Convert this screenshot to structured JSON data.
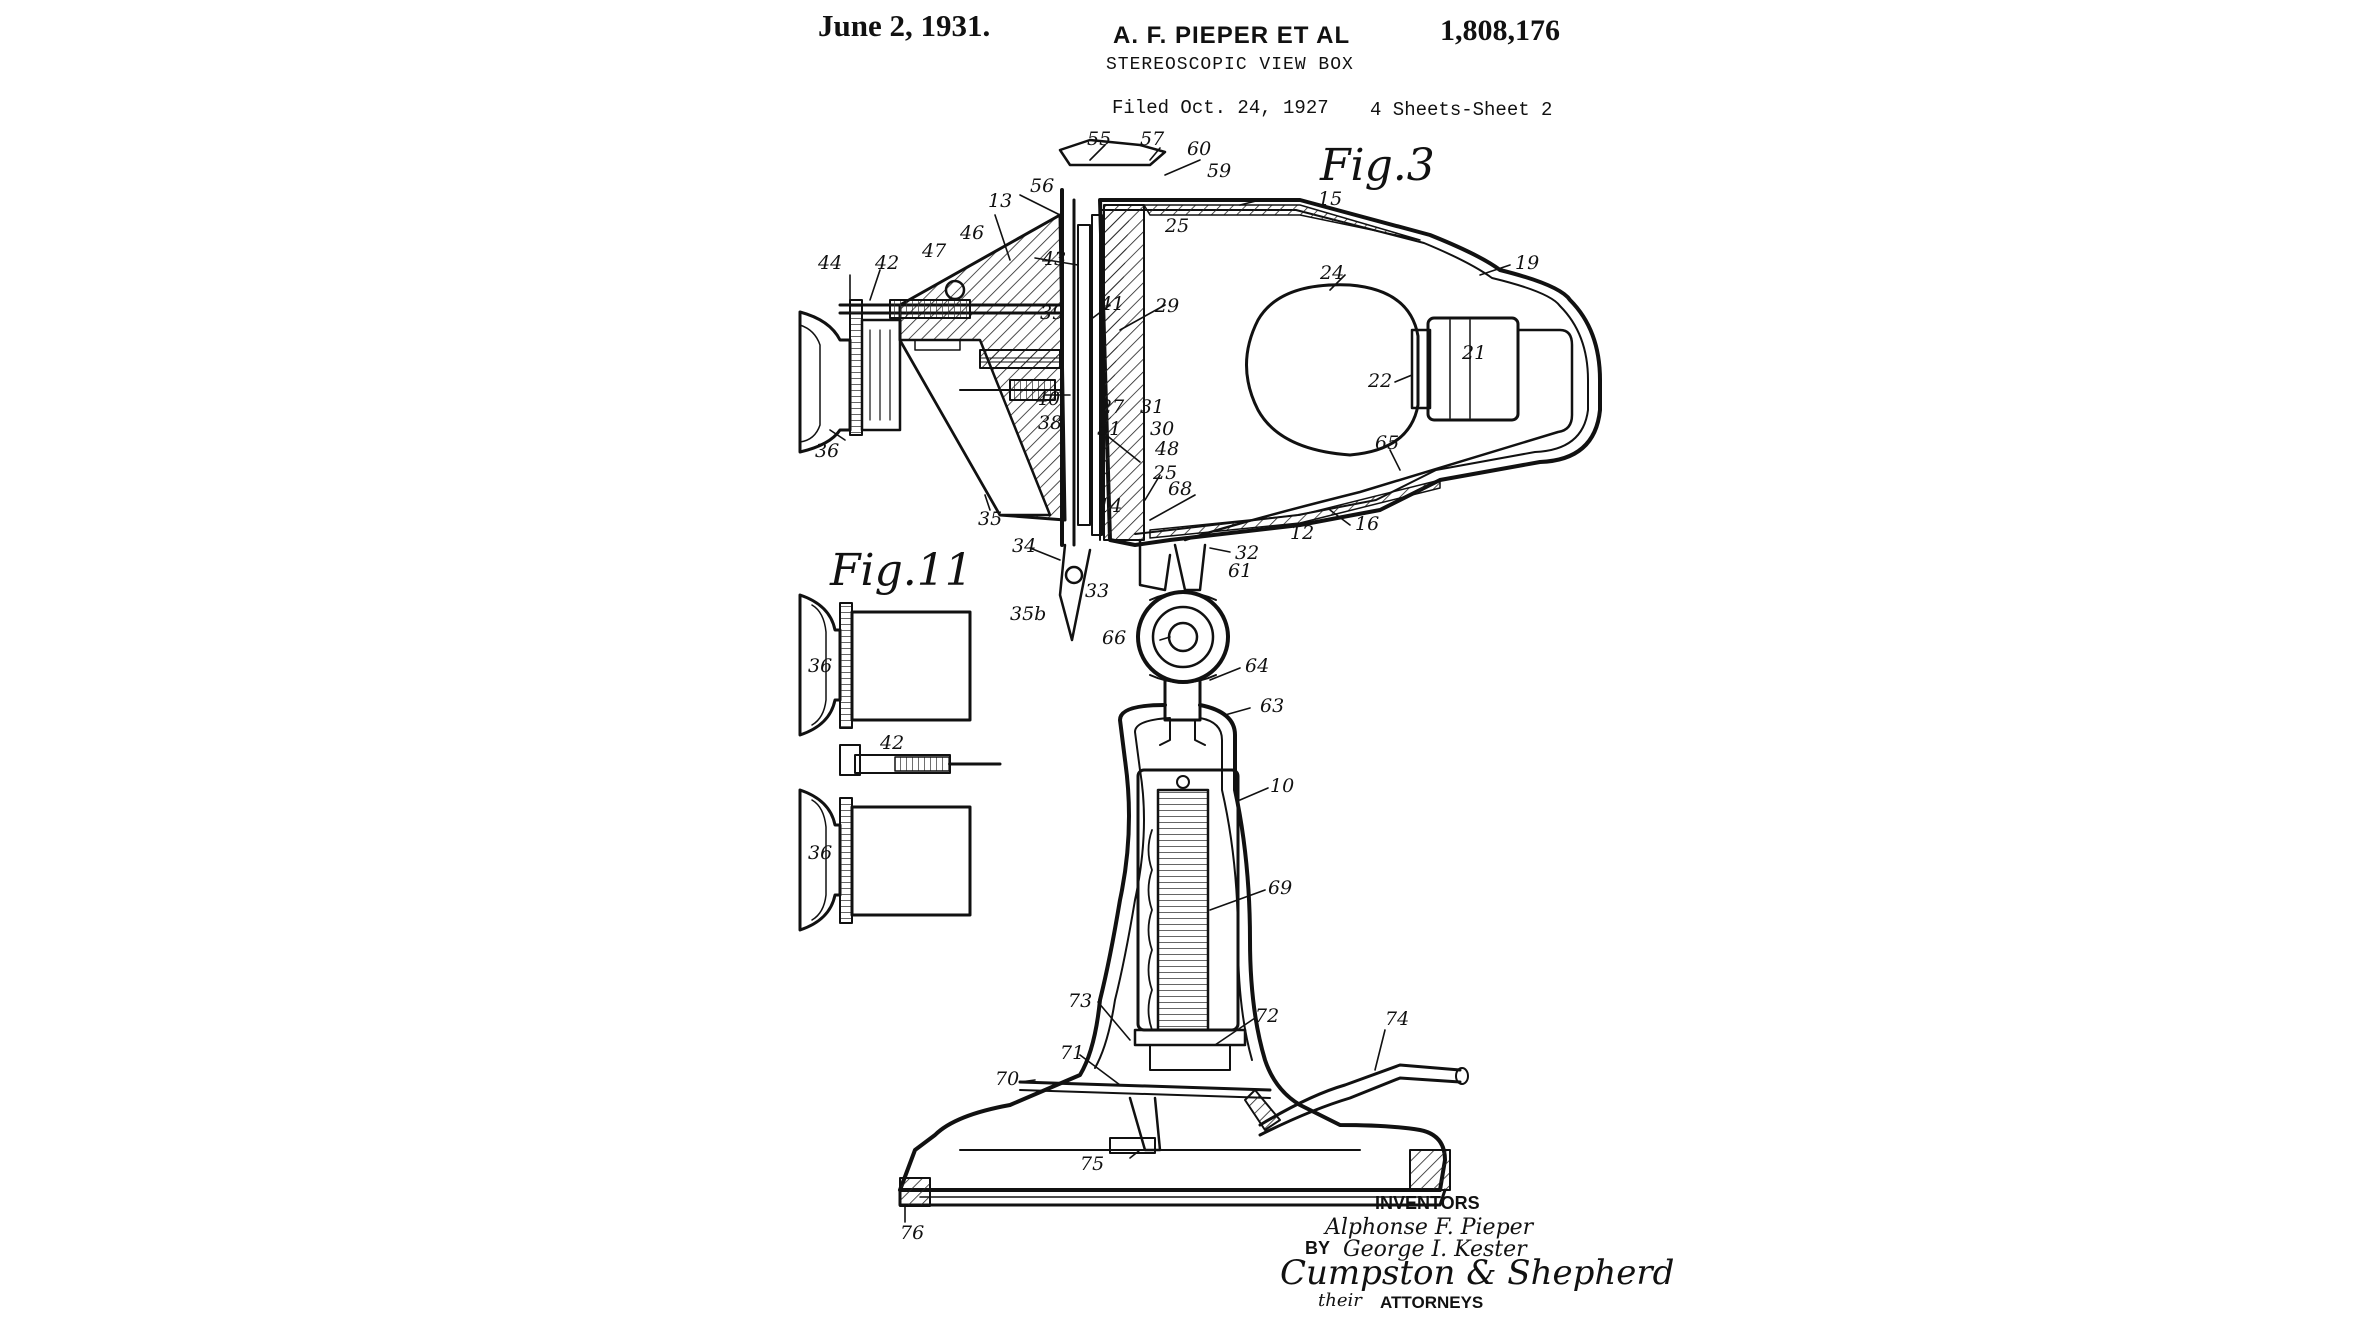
{
  "header": {
    "date": "June 2, 1931.",
    "inventors": "A. F. PIEPER ET AL",
    "patent_number": "1,808,176",
    "title": "STEREOSCOPIC VIEW BOX",
    "filed": "Filed Oct. 24, 1927",
    "sheets": "4 Sheets-Sheet 2"
  },
  "figures": {
    "fig3": "Fig.3",
    "fig11": "Fig.11"
  },
  "reference_numerals": {
    "n55": "55",
    "n57": "57",
    "n60": "60",
    "n59": "59",
    "n56": "56",
    "n13": "13",
    "n15": "15",
    "n25a": "25",
    "n19": "19",
    "n24": "24",
    "n47": "47",
    "n46": "46",
    "n44": "44",
    "n42": "42",
    "n43": "43",
    "n41": "41",
    "n29": "29",
    "n39": "39",
    "n22": "22",
    "n21": "21",
    "n40": "40",
    "n27": "27",
    "n31": "31",
    "n38": "38",
    "n51": "51",
    "n30": "30",
    "n48": "48",
    "n65": "65",
    "n36a": "36",
    "n25b": "25",
    "n68": "68",
    "n14": "14",
    "n35": "35",
    "n12": "12",
    "n16": "16",
    "n34": "34",
    "n32": "32",
    "n61": "61",
    "n33": "33",
    "n35b": "35b",
    "n66": "66",
    "n64": "64",
    "n63": "63",
    "n36b": "36",
    "n42b": "42",
    "n10": "10",
    "n36c": "36",
    "n69": "69",
    "n73": "73",
    "n72": "72",
    "n74": "74",
    "n71": "71",
    "n70": "70",
    "n75": "75",
    "n76": "76"
  },
  "footer": {
    "inventors_label": "INVENTORS",
    "inventor_1": "Alphonse F. Pieper",
    "by": "BY",
    "inventor_2": "George I. Kester",
    "signature": "Cumpston & Shepherd",
    "their": "their",
    "attorneys": "ATTORNEYS"
  }
}
